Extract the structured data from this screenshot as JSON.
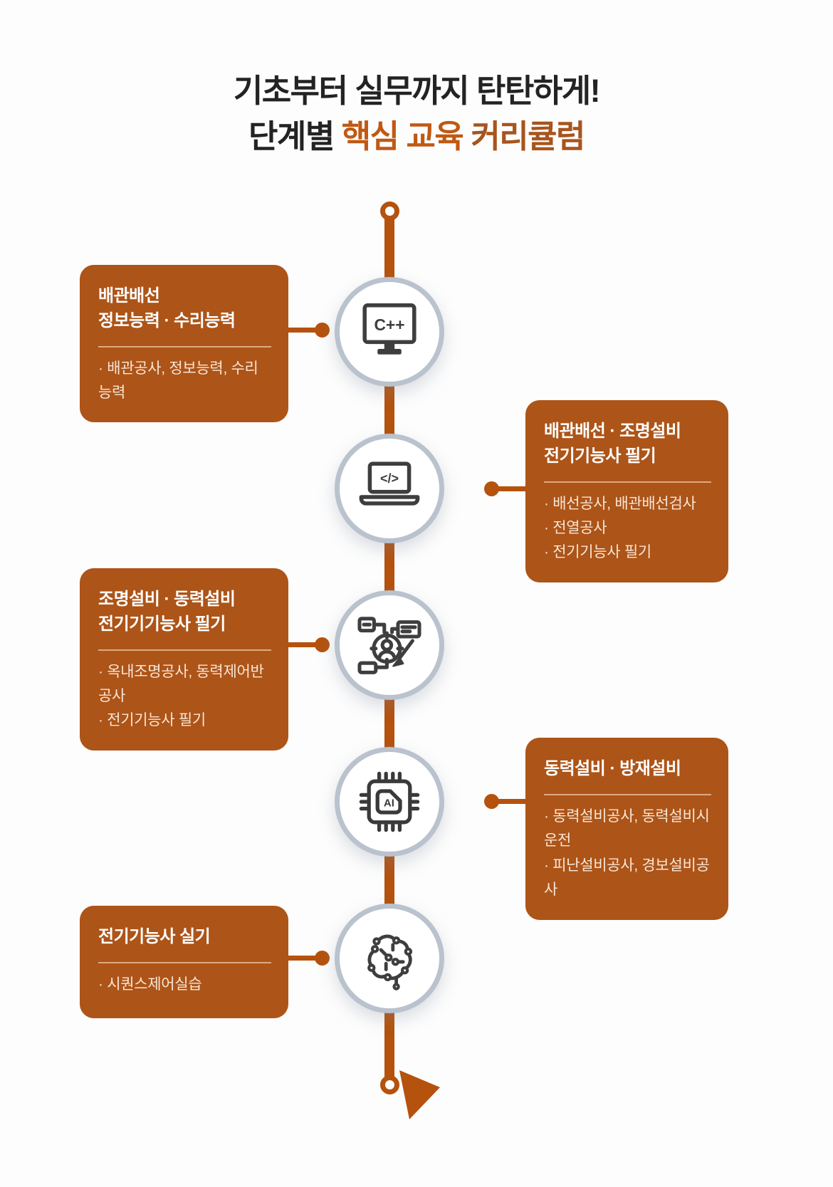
{
  "title": {
    "line1": "기초부터 실무까지 탄탄하게!",
    "line2_prefix": "단계별 ",
    "line2_highlight": "핵심 교육 ",
    "line2_suffix": "커리큘럼"
  },
  "colors": {
    "timeline_orange": "#b4520e",
    "box_fill": "#ad5418",
    "box_title_text": "#ffffff",
    "box_body_text": "#f8e6d6",
    "circle_ring_gray": "#b9c2cd",
    "title_dark": "#232323",
    "title_highlight_orange": "#c05913",
    "title_rust": "#a8541e",
    "icon_stroke": "#3e3e3e"
  },
  "steps": [
    {
      "side": "left",
      "icon": "cpp-monitor-icon",
      "icon_text": "C++",
      "title_lines": [
        "배관배선",
        "정보능력 · 수리능력"
      ],
      "bullets": [
        "· 배관공사, 정보능력, 수리능력"
      ]
    },
    {
      "side": "right",
      "icon": "code-laptop-icon",
      "icon_text": "</>",
      "title_lines": [
        "배관배선 · 조명설비",
        "전기기능사 필기"
      ],
      "bullets": [
        "· 배선공사, 배관배선검사",
        "· 전열공사",
        "· 전기기능사 필기"
      ]
    },
    {
      "side": "left",
      "icon": "persona-design-icon",
      "icon_text": "",
      "title_lines": [
        "조명설비 · 동력설비",
        "전기기기능사 필기"
      ],
      "bullets": [
        "· 옥내조명공사, 동력제어반공사",
        "· 전기기능사 필기"
      ]
    },
    {
      "side": "right",
      "icon": "ai-chip-icon",
      "icon_text": "AI",
      "title_lines": [
        "동력설비 · 방재설비"
      ],
      "bullets": [
        "· 동력설비공사, 동력설비시운전",
        "· 피난설비공사, 경보설비공사"
      ]
    },
    {
      "side": "left",
      "icon": "brain-circuit-icon",
      "icon_text": "",
      "title_lines": [
        "전기기능사 실기"
      ],
      "bullets": [
        "· 시퀀스제어실습"
      ]
    }
  ]
}
